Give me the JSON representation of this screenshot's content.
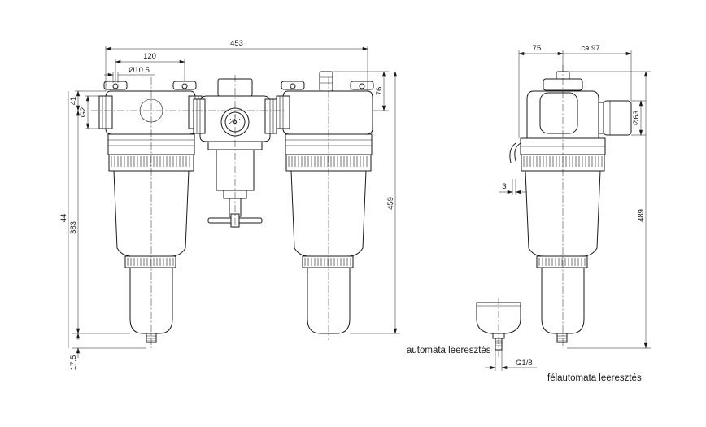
{
  "front_view": {
    "dimensions": {
      "overall_width": "453",
      "port_spacing": "120",
      "mount_hole": "Ø10.5",
      "top_to_port": "41",
      "port_thread": "G2",
      "top_to_axis": "76",
      "height_filter": "383",
      "height_small": "44",
      "height_total": "459",
      "drain_offset": "17.5"
    }
  },
  "side_view": {
    "dimensions": {
      "body_depth": "75",
      "gauge_projection": "ca.97",
      "gauge_diameter": "Ø63",
      "drain_gap": "3",
      "height_total": "489"
    }
  },
  "drain_detail": {
    "thread": "G1/8"
  },
  "captions": {
    "automatic_drain": "automata leeresztés",
    "semi_automatic_drain": "félautomata leeresztés"
  }
}
